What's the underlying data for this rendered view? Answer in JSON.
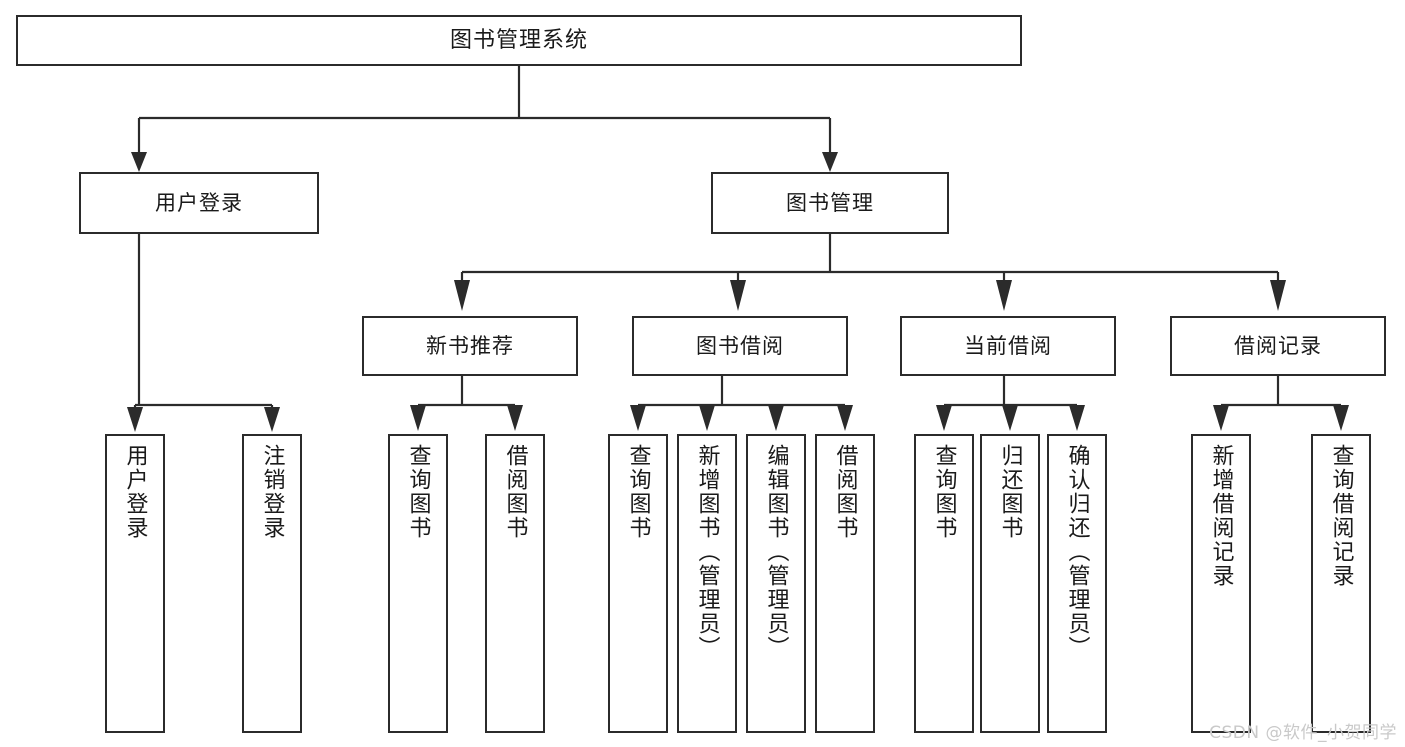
{
  "diagram": {
    "type": "tree",
    "title": "图书管理系统",
    "orientation": "top-down",
    "colors": {
      "stroke": "#2b2b2b",
      "box_fill": "#ffffff",
      "text": "#1a1a1a",
      "background": "#ffffff",
      "watermark": "#c9c9c9"
    },
    "root": {
      "label": "图书管理系统"
    },
    "level2": [
      {
        "id": "user-login",
        "label": "用户登录"
      },
      {
        "id": "book-management",
        "label": "图书管理"
      }
    ],
    "level3": [
      {
        "id": "new-book-recommend",
        "label": "新书推荐",
        "parent": "book-management"
      },
      {
        "id": "book-borrow",
        "label": "图书借阅",
        "parent": "book-management"
      },
      {
        "id": "current-borrow",
        "label": "当前借阅",
        "parent": "book-management"
      },
      {
        "id": "borrow-record",
        "label": "借阅记录",
        "parent": "book-management"
      }
    ],
    "leaves": {
      "user-login": [
        {
          "id": "leaf-user-login",
          "label": "用户登录"
        },
        {
          "id": "leaf-logout-login",
          "label": "注销登录"
        }
      ],
      "new-book-recommend": [
        {
          "id": "leaf-query-book-1",
          "label": "查询图书"
        },
        {
          "id": "leaf-borrow-book-1",
          "label": "借阅图书"
        }
      ],
      "book-borrow": [
        {
          "id": "leaf-query-book-2",
          "label": "查询图书"
        },
        {
          "id": "leaf-add-book",
          "label": "新增图书（管理员）"
        },
        {
          "id": "leaf-edit-book",
          "label": "编辑图书（管理员）"
        },
        {
          "id": "leaf-borrow-book-2",
          "label": "借阅图书"
        }
      ],
      "current-borrow": [
        {
          "id": "leaf-query-book-3",
          "label": "查询图书"
        },
        {
          "id": "leaf-return-book",
          "label": "归还图书"
        },
        {
          "id": "leaf-confirm-return",
          "label": "确认归还（管理员）"
        }
      ],
      "borrow-record": [
        {
          "id": "leaf-add-record",
          "label": "新增借阅记录"
        },
        {
          "id": "leaf-query-record",
          "label": "查询借阅记录"
        }
      ]
    }
  },
  "watermark": {
    "text": "CSDN @软件_小贺同学"
  }
}
